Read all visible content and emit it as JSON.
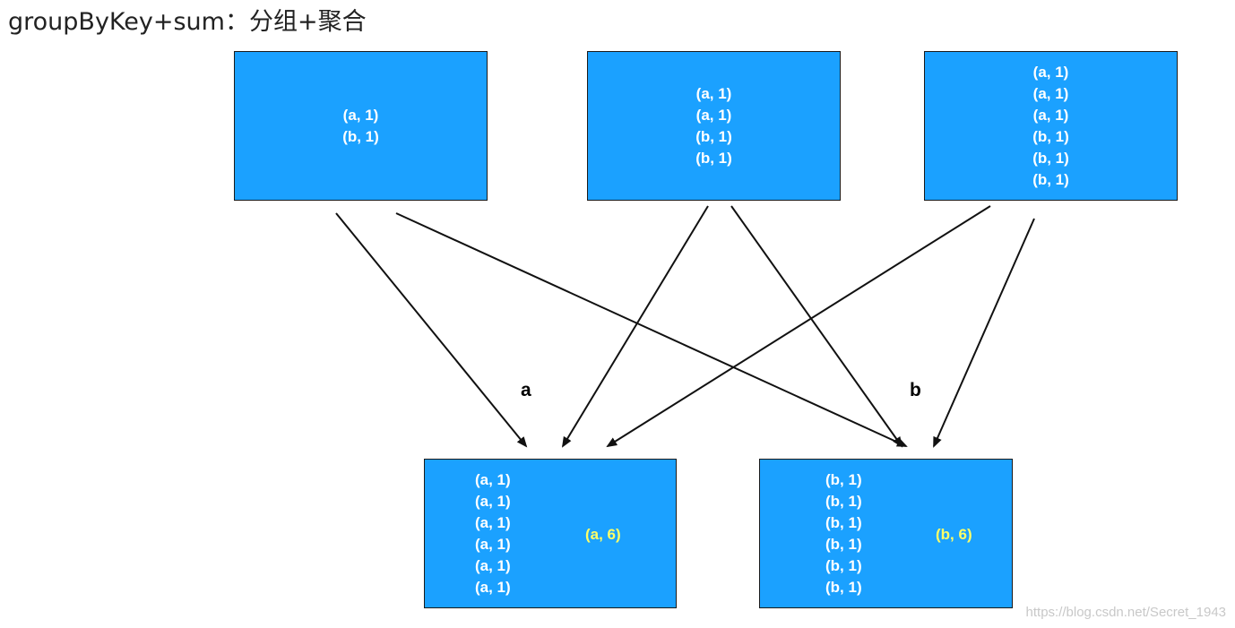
{
  "title": "groupByKey+sum：分组+聚合",
  "partitions": [
    {
      "items": [
        "(a, 1)",
        "(b, 1)"
      ]
    },
    {
      "items": [
        "(a, 1)",
        "(a, 1)",
        "(b, 1)",
        "(b, 1)"
      ]
    },
    {
      "items": [
        "(a, 1)",
        "(a, 1)",
        "(a, 1)",
        "(b, 1)",
        "(b, 1)",
        "(b, 1)"
      ]
    }
  ],
  "groups": [
    {
      "key_label": "a",
      "items": [
        "(a, 1)",
        "(a, 1)",
        "(a, 1)",
        "(a, 1)",
        "(a, 1)",
        "(a, 1)"
      ],
      "result": "(a, 6)"
    },
    {
      "key_label": "b",
      "items": [
        "(b, 1)",
        "(b, 1)",
        "(b, 1)",
        "(b, 1)",
        "(b, 1)",
        "(b, 1)"
      ],
      "result": "(b, 6)"
    }
  ],
  "colors": {
    "box": "#1ba1ff",
    "result_text": "#ffff66",
    "reduce_arrow": "#e8302a",
    "edge": "#111111"
  },
  "watermark": "https://blog.csdn.net/Secret_1943"
}
